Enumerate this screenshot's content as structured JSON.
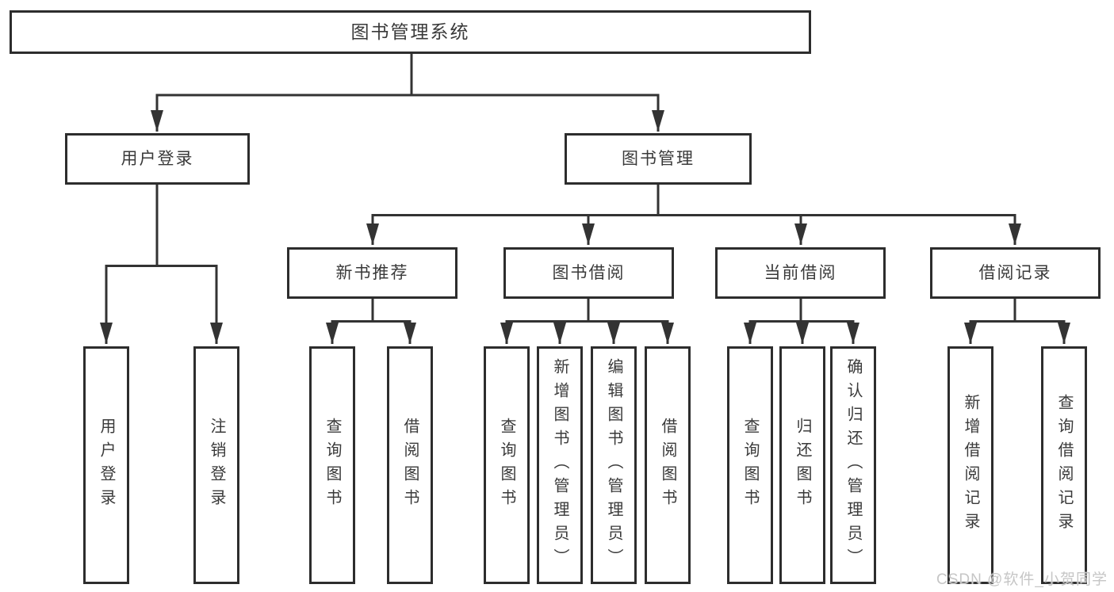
{
  "tree": {
    "root": {
      "label": "图书管理系统",
      "children": [
        {
          "label": "用户登录",
          "children": [
            {
              "label": "用户登录"
            },
            {
              "label": "注销登录"
            }
          ]
        },
        {
          "label": "图书管理",
          "children": [
            {
              "label": "新书推荐",
              "children": [
                {
                  "label": "查询图书"
                },
                {
                  "label": "借阅图书"
                }
              ]
            },
            {
              "label": "图书借阅",
              "children": [
                {
                  "label": "查询图书"
                },
                {
                  "label": "新增图书（管理员）"
                },
                {
                  "label": "编辑图书（管理员）"
                },
                {
                  "label": "借阅图书"
                }
              ]
            },
            {
              "label": "当前借阅",
              "children": [
                {
                  "label": "查询图书"
                },
                {
                  "label": "归还图书"
                },
                {
                  "label": "确认归还（管理员）"
                }
              ]
            },
            {
              "label": "借阅记录",
              "children": [
                {
                  "label": "新增借阅记录"
                },
                {
                  "label": "查询借阅记录"
                }
              ]
            }
          ]
        }
      ]
    }
  },
  "watermark": {
    "text": "CSDN @软件_小贺同学"
  },
  "colors": {
    "line": "#333333",
    "box_border": "#2d2d2d",
    "text": "#3a3a3a",
    "watermark": "#c6c6c6",
    "background": "#ffffff"
  }
}
